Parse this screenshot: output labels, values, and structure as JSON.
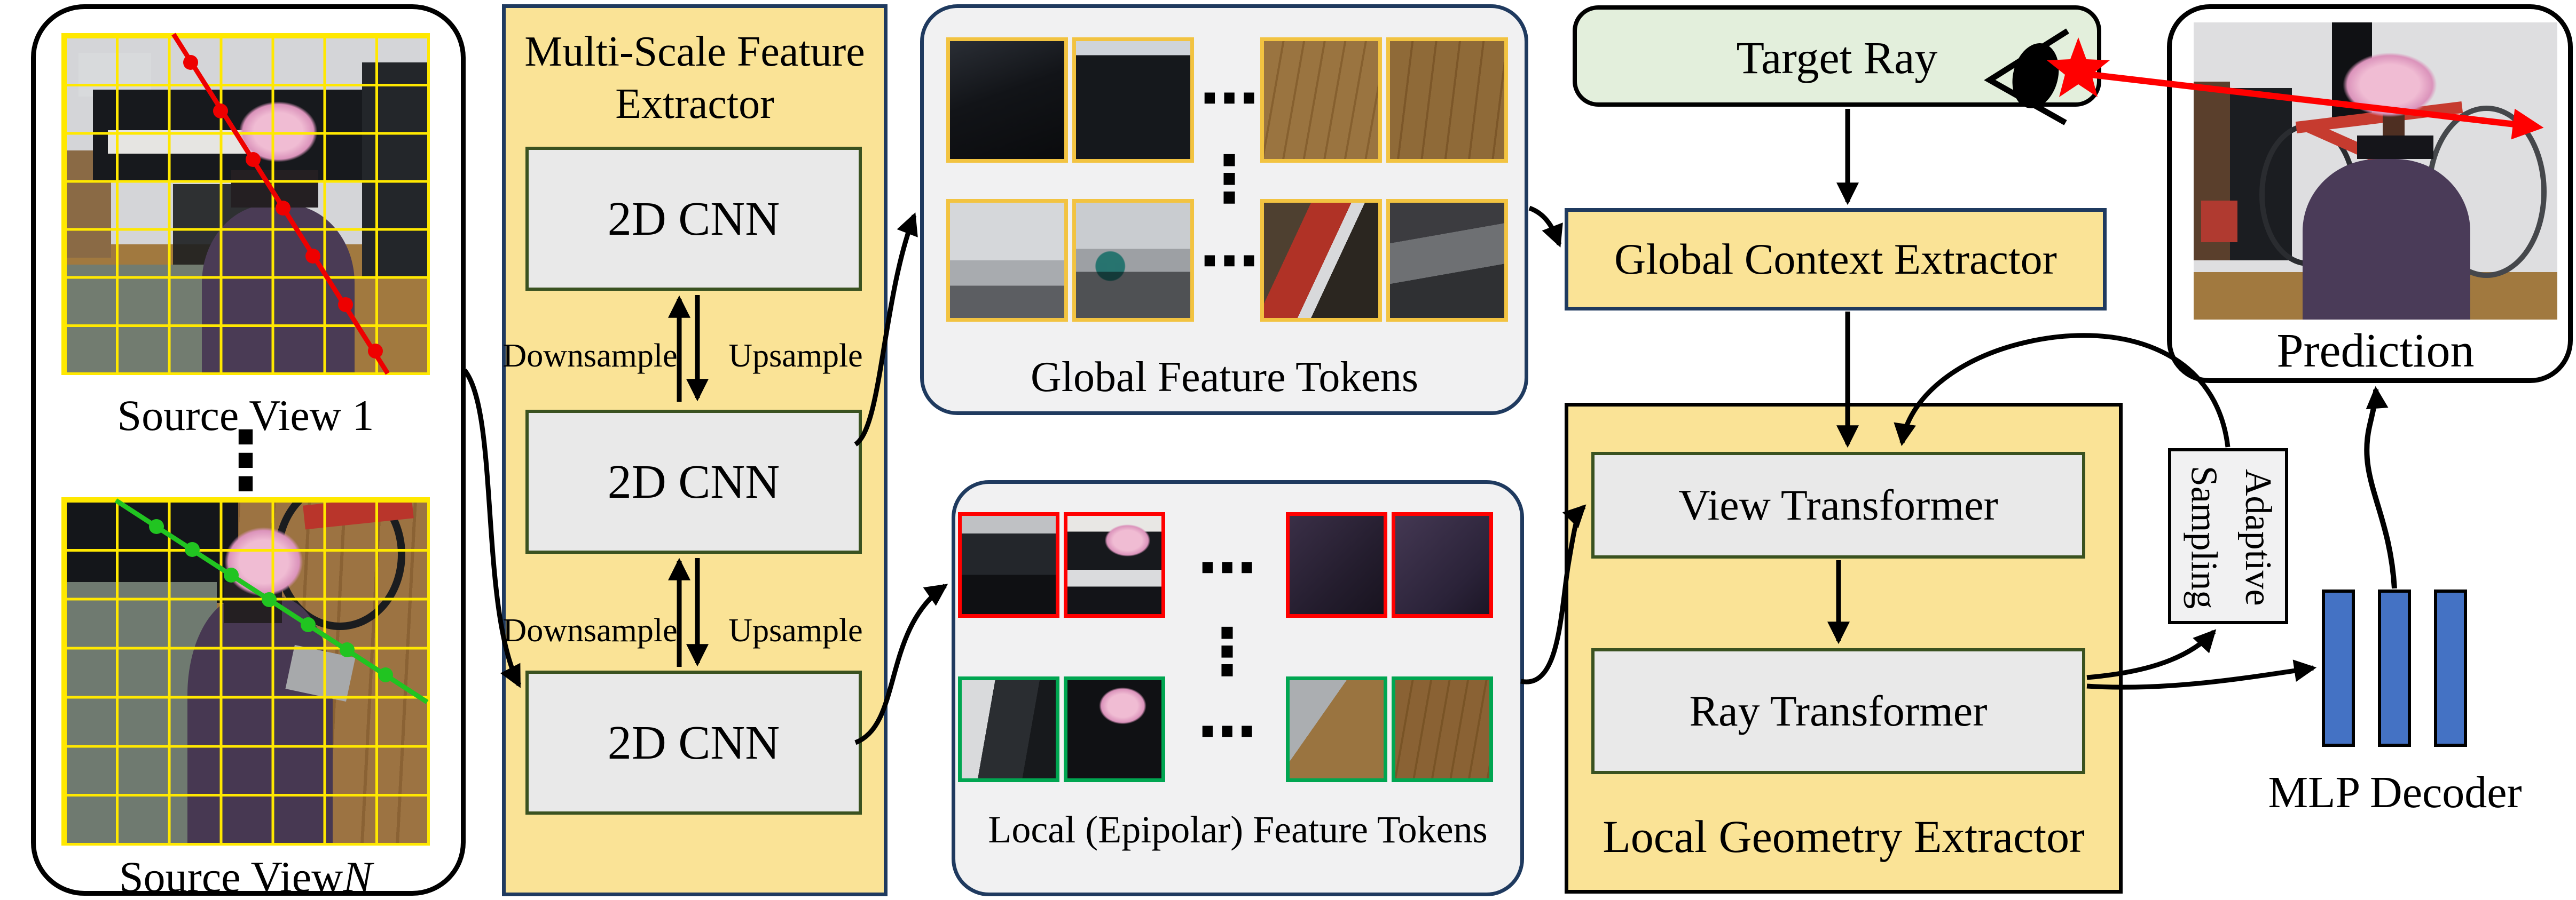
{
  "figure": {
    "type": "neural-rendering-architecture-diagram"
  },
  "colors": {
    "panel_yellow": "#FAE396",
    "navy_border": "#1F3A5F",
    "target_ray_green": "#E3EFDC",
    "module_grey": "#E9E9E9",
    "dark_green_border": "#3A5220",
    "mlp_blue": "#4472C4",
    "token_border_yellow": "#F2C341",
    "epipolar_red": "#FF0000",
    "epipolar_green": "#21C421",
    "grid_yellow": "#FFE800"
  },
  "source_panel": {
    "view1_label": "Source View 1",
    "viewN_prefix": "Source View ",
    "viewN_italic": "N",
    "vdots": "⋮"
  },
  "extractor": {
    "title_line1": "Multi-Scale Feature",
    "title_line2": "Extractor",
    "cnn_labels": [
      "2D CNN",
      "2D CNN",
      "2D CNN"
    ],
    "downsample": "Downsample",
    "upsample": "Upsample"
  },
  "global_tokens": {
    "caption": "Global Feature Tokens",
    "hdots": "⋯",
    "vdots": "⋮"
  },
  "local_tokens": {
    "caption": "Local (Epipolar) Feature Tokens",
    "hdots": "⋯",
    "vdots": "⋮"
  },
  "target_ray": {
    "label": "Target Ray"
  },
  "global_context": {
    "label": "Global Context Extractor"
  },
  "local_geometry": {
    "label": "Local Geometry Extractor",
    "view_transformer": "View Transformer",
    "ray_transformer": "Ray Transformer"
  },
  "adaptive_sampling": {
    "label": "Adaptive Sampling"
  },
  "mlp": {
    "label": "MLP Decoder"
  },
  "prediction": {
    "label": "Prediction"
  }
}
